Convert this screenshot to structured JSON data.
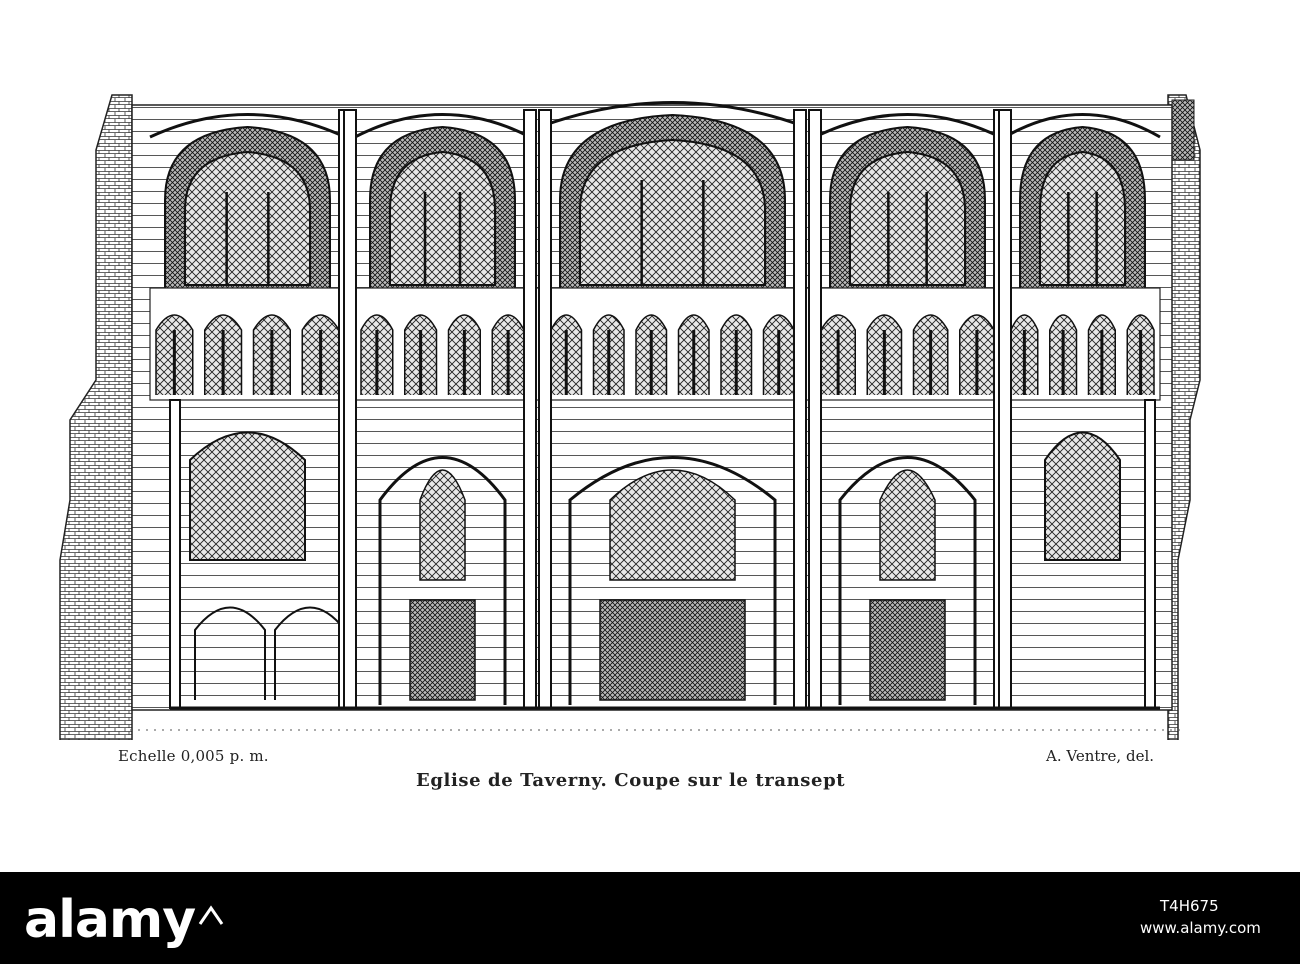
{
  "plate": {
    "scale": "Echelle 0,005 p. m.",
    "author": "A. Ventre, del.",
    "title": "Eglise de Taverny. Coupe sur le transept"
  },
  "watermark": {
    "brand": "alamy",
    "image_id": "T4H675",
    "url": "www.alamy.com"
  },
  "colors": {
    "ink": "#1a1a1a",
    "paper": "#ffffff",
    "footer": "#000000"
  }
}
